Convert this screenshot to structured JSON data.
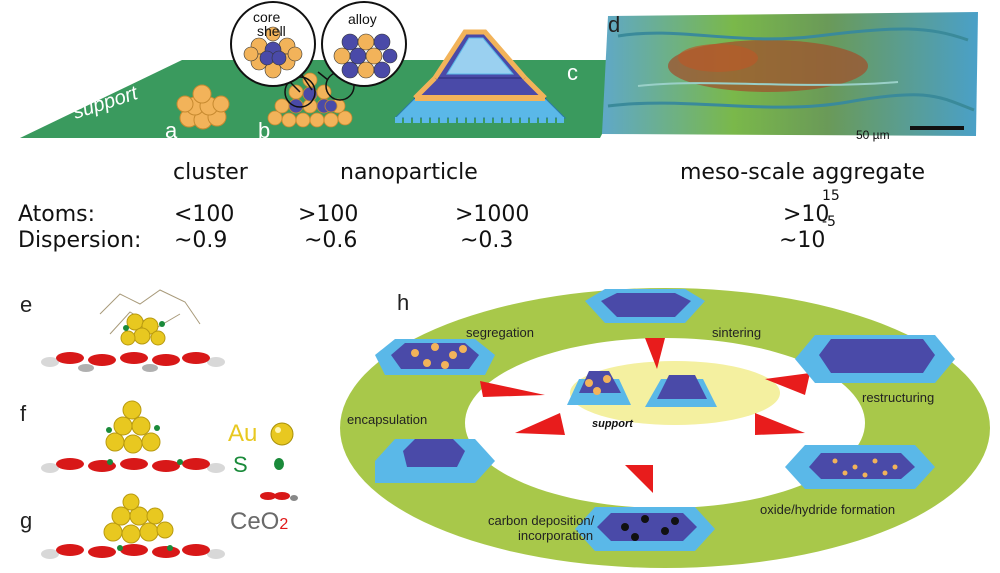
{
  "top": {
    "support_label": "support",
    "panel_letters": [
      "a",
      "b",
      "c",
      "d"
    ],
    "inset_core_shell_line1": "core",
    "inset_core_shell_line2": "shell",
    "inset_alloy": "alloy",
    "scale_bar": "50 µm",
    "headings": {
      "cluster": "cluster",
      "nanoparticle": "nanoparticle",
      "meso": "meso-scale aggregate"
    },
    "atoms": {
      "label": "Atoms:",
      "v1": "<100",
      "v2": ">100",
      "v3": ">1000",
      "v4_base": ">10",
      "v4_exp": "15"
    },
    "dispersion": {
      "label": "Dispersion:",
      "v1": "~0.9",
      "v2": "~0.6",
      "v3": "~0.3",
      "v4_base": "~10",
      "v4_exp": "-5"
    }
  },
  "left": {
    "letters": [
      "e",
      "f",
      "g"
    ],
    "legend_au": "Au",
    "legend_s": "S",
    "legend_ce": "CeO",
    "legend_ce_sub": "2"
  },
  "h_panel": {
    "letter": "h",
    "center_label": "support",
    "processes": {
      "segregation": "segregation",
      "sintering": "sintering",
      "restructuring": "restructuring",
      "encapsulation": "encapsulation",
      "oxide": "oxide/hydride formation",
      "carbon1": "carbon deposition/",
      "carbon2": "incorporation"
    }
  },
  "colors": {
    "support_green": "#3a9a5e",
    "ring_green": "#a8c84a",
    "arrow_red": "#e81c1c",
    "gold": "#f2b35a",
    "navy": "#4a4aa8",
    "light_blue": "#5ab8e8",
    "au_yellow": "#e8c820",
    "s_green": "#1a8a3a",
    "o_red": "#e01818"
  }
}
